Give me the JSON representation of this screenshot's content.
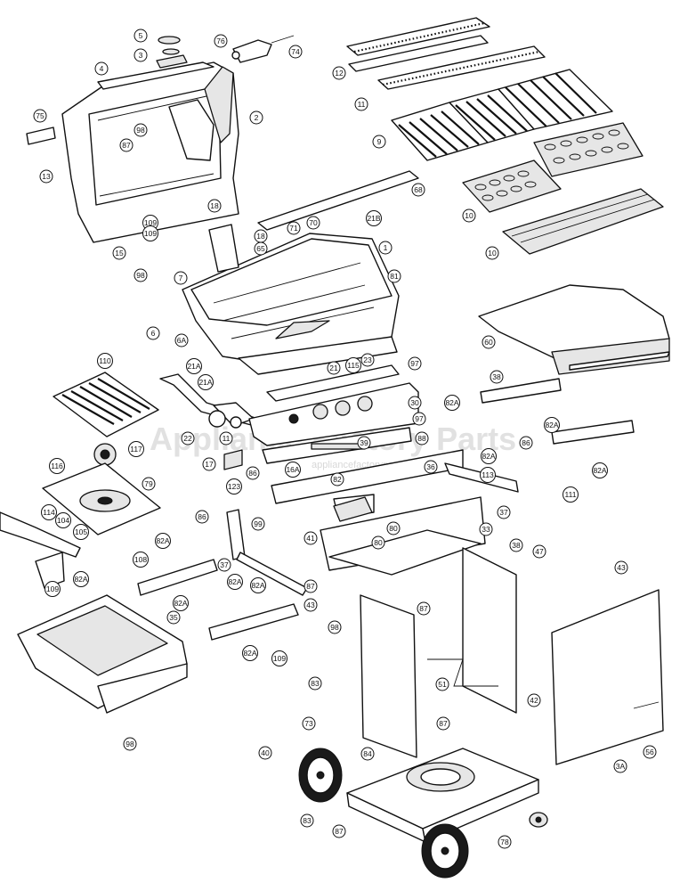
{
  "watermark": {
    "main": "Appliance Factory Parts",
    "sub": "appliancefactoryparts.com"
  },
  "callouts": [
    "5",
    "3",
    "76",
    "74",
    "4",
    "75",
    "98",
    "87",
    "2",
    "13",
    "12",
    "11",
    "18",
    "109",
    "18",
    "109",
    "15",
    "98",
    "65",
    "68",
    "21B",
    "70",
    "71",
    "1",
    "81",
    "7",
    "6",
    "6A",
    "9",
    "10",
    "10",
    "60",
    "110",
    "21A",
    "21A",
    "21",
    "115",
    "23",
    "97",
    "30",
    "97",
    "22",
    "11",
    "16A",
    "39",
    "17",
    "86",
    "88",
    "82A",
    "38",
    "82A",
    "82A",
    "86",
    "36",
    "37",
    "82A",
    "111",
    "117",
    "116",
    "79",
    "123",
    "82",
    "99",
    "114",
    "104",
    "105",
    "82A",
    "86",
    "41",
    "80",
    "33",
    "80",
    "113",
    "108",
    "109",
    "82A",
    "37",
    "82A",
    "35",
    "82A",
    "82A",
    "43",
    "87",
    "98",
    "47",
    "43",
    "87",
    "38",
    "82A",
    "109",
    "83",
    "51",
    "98",
    "42",
    "3A",
    "56",
    "73",
    "40",
    "84",
    "83",
    "87",
    "87",
    "78"
  ]
}
